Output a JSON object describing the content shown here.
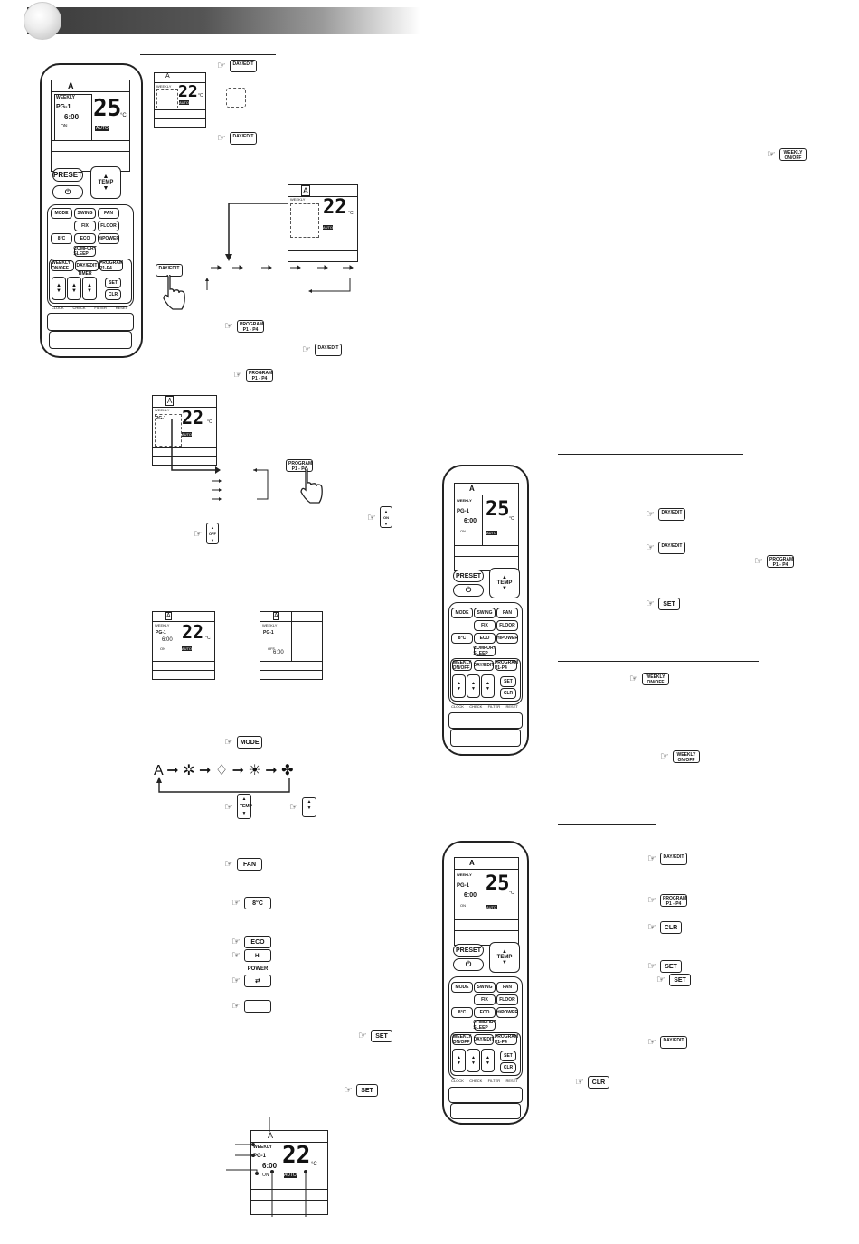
{
  "remote": {
    "mode_indicator": "A",
    "weekly_label": "WEEKLY",
    "program_label": "PG-1",
    "time_value": "6:00",
    "on_label": "ON",
    "temp_value": "25",
    "unit": "°C",
    "auto_label": "AUTO",
    "buttons": {
      "preset": "PRESET",
      "power_symbol": "⏻",
      "temp": "TEMP",
      "mode": "MODE",
      "swing": "SWING",
      "fan": "FAN",
      "fix": "FIX",
      "floor": "FLOOR",
      "eight_c": "8°C",
      "eco": "ECO",
      "hipower": "HiPOWER",
      "comfort_sleep": "COMFORT SLEEP",
      "weekly_onoff": "WEEKLY ON/OFF",
      "day_edit": "DAY/EDIT",
      "program": "PROGRAM P1-P4",
      "timer": "TIMER",
      "set": "SET",
      "clr": "CLR"
    },
    "bottom_labels": [
      "CLOCK",
      "CHECK",
      "FILTER",
      "RESET"
    ]
  },
  "icons": {
    "day_edit": "DAY/EDIT",
    "program": "PROGRAM P1 - P4",
    "weekly": "WEEKLY ON/OFF",
    "mode": "MODE",
    "fan": "FAN",
    "eight": "8°C",
    "eco": "ECO",
    "hipower": "Hi POWER",
    "set": "SET",
    "clr": "CLR",
    "temp": "TEMP",
    "on": "ON",
    "off": "OFF"
  },
  "lcd_small": {
    "mode": "A",
    "temp": "22",
    "unit": "°C",
    "weekly": "WEEKLY",
    "pg": "PG-1",
    "time": "6:00",
    "on": "ON",
    "off": "OFF",
    "auto": "AUTO"
  },
  "mode_sequence": {
    "first": "A"
  }
}
